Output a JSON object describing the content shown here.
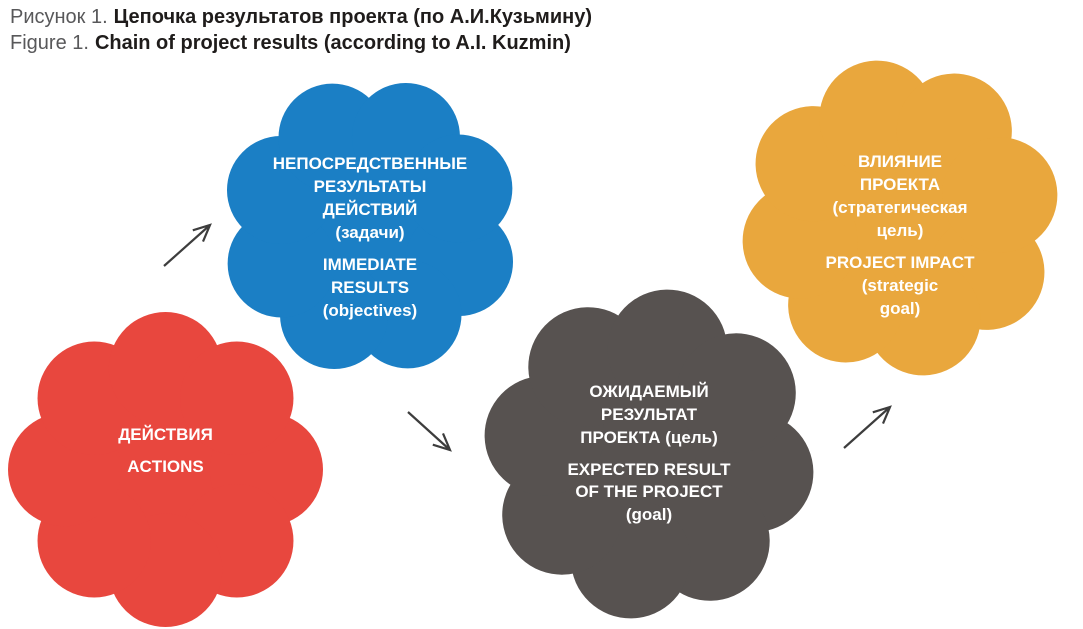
{
  "title": {
    "ru_label": "Рисунок 1.",
    "ru_text": "Цепочка результатов проекта (по А.И.Кузьмину)",
    "en_label": "Figure 1.",
    "en_text": "Chain of project results (according to A.I. Kuzmin)"
  },
  "colors": {
    "actions": "#e8473e",
    "immediate_results": "#1b7fc5",
    "expected_result": "#575250",
    "project_impact": "#e9a73d",
    "arrow": "#3d3d3d"
  },
  "nodes": {
    "actions": {
      "ru_lines": [
        "ДЕЙСТВИЯ"
      ],
      "en_lines": [
        "ACTIONS"
      ]
    },
    "immediate_results": {
      "ru_lines": [
        "НЕПОСРЕДСТВЕННЫЕ",
        "РЕЗУЛЬТАТЫ",
        "ДЕЙСТВИЙ",
        "(задачи)"
      ],
      "en_lines": [
        "IMMEDIATE",
        "RESULTS",
        "(objectives)"
      ]
    },
    "expected_result": {
      "ru_lines": [
        "ОЖИДАЕМЫЙ",
        "РЕЗУЛЬТАТ",
        "ПРОЕКТА (цель)"
      ],
      "en_lines": [
        "EXPECTED RESULT",
        "OF THE PROJECT",
        "(goal)"
      ]
    },
    "project_impact": {
      "ru_lines": [
        "ВЛИЯНИЕ",
        "ПРОЕКТА",
        "(стратегическая",
        "цель)"
      ],
      "en_lines": [
        "PROJECT IMPACT",
        "(strategic",
        "goal)"
      ]
    }
  }
}
